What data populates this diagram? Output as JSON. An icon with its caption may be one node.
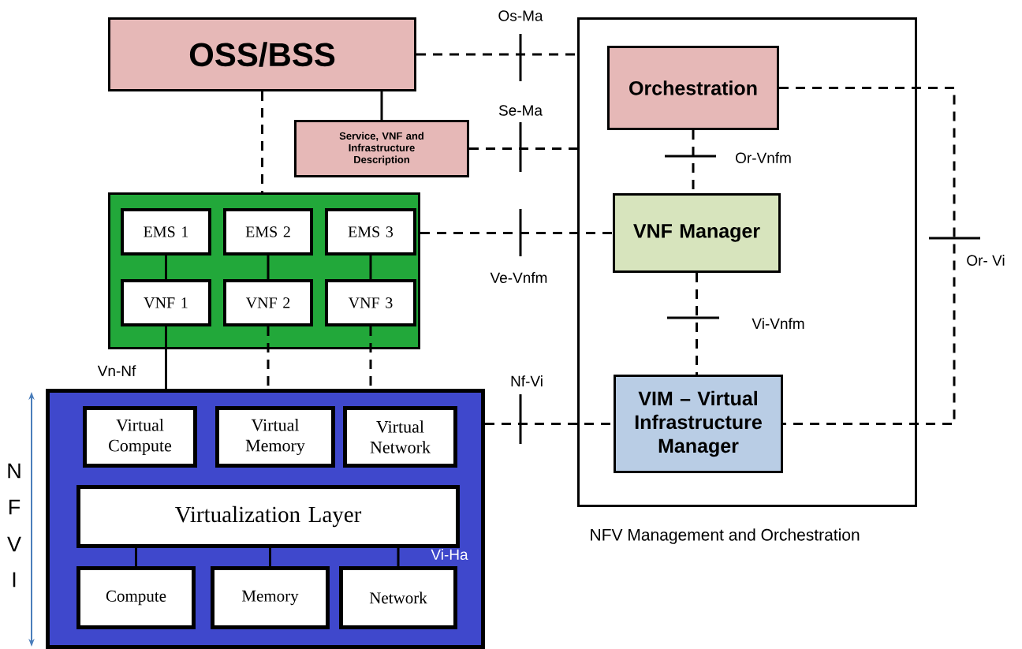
{
  "diagram": {
    "nodes": [
      {
        "text": [
          "OSS/BSS"
        ]
      },
      {
        "text": [
          "Service, VNF and Infrastructure Description"
        ]
      },
      {
        "text": [],
        "shape": "box"
      },
      {
        "text": [
          "EMS 1"
        ],
        "in": 2
      },
      {
        "text": [
          "EMS 2"
        ],
        "in": 2
      },
      {
        "text": [
          "EMS 3"
        ],
        "in": 2
      },
      {
        "text": [
          "VNF 1"
        ],
        "in": 2
      },
      {
        "text": [
          "VNF 2"
        ],
        "in": 2
      },
      {
        "text": [
          "VNF 3"
        ],
        "in": 2
      },
      {
        "text": [],
        "shape": "box"
      },
      {
        "text": [
          "Virtual Compute"
        ],
        "in": 9
      },
      {
        "text": [
          "Virtual Memory"
        ],
        "in": 9
      },
      {
        "text": [
          "Virtual Network"
        ],
        "in": 9
      },
      {
        "text": [
          "Virtualization Layer"
        ],
        "in": 9
      },
      {
        "text": [
          "Compute"
        ],
        "in": 9
      },
      {
        "text": [
          "Memory"
        ],
        "in": 9
      },
      {
        "text": [
          "Network"
        ],
        "in": 9
      },
      {
        "text": [
          "NFV Management and Orchestration"
        ]
      },
      {
        "text": [
          "Orchestration"
        ],
        "in": 17
      },
      {
        "text": [
          "VNF Manager"
        ],
        "in": 17
      },
      {
        "text": [
          "VIM – Virtual Infrastructure Manager"
        ],
        "in": 17
      }
    ],
    "edges": [
      {
        "from": 0,
        "to": 17,
        "arrow": "none",
        "label": "Os-Ma",
        "style": "dashed"
      },
      {
        "from": 0,
        "to": 2,
        "arrow": "none",
        "style": "dashed"
      },
      {
        "from": 0,
        "to": 1,
        "arrow": "none"
      },
      {
        "from": 1,
        "to": 17,
        "arrow": "none",
        "label": "Se-Ma",
        "style": "dashed"
      },
      {
        "from": 2,
        "to": 19,
        "arrow": "none",
        "label": "Ve-Vnfm",
        "style": "dashed"
      },
      {
        "from": 3,
        "to": 6,
        "arrow": "none"
      },
      {
        "from": 4,
        "to": 7,
        "arrow": "none"
      },
      {
        "from": 5,
        "to": 8,
        "arrow": "none"
      },
      {
        "from": 6,
        "to": 9,
        "arrow": "none",
        "label": "Vn-Nf"
      },
      {
        "from": 7,
        "to": 9,
        "arrow": "none",
        "style": "dashed"
      },
      {
        "from": 8,
        "to": 9,
        "arrow": "none",
        "style": "dashed"
      },
      {
        "from": 9,
        "to": 20,
        "arrow": "none",
        "label": "Nf-Vi",
        "style": "dashed"
      },
      {
        "from": 18,
        "to": 19,
        "arrow": "none",
        "label": "Or-Vnfm",
        "style": "dashed"
      },
      {
        "from": 19,
        "to": 20,
        "arrow": "none",
        "label": "Vi-Vnfm",
        "style": "dashed"
      },
      {
        "from": 18,
        "to": 20,
        "arrow": "none",
        "label": "Or- Vi",
        "style": "dashed"
      },
      {
        "from": 13,
        "to": 14,
        "arrow": "none"
      },
      {
        "from": 13,
        "to": 15,
        "arrow": "none"
      },
      {
        "from": 13,
        "to": 16,
        "arrow": "none",
        "label": "Vi-Ha"
      }
    ],
    "labels": [
      "N",
      "F",
      "V",
      "I"
    ]
  }
}
